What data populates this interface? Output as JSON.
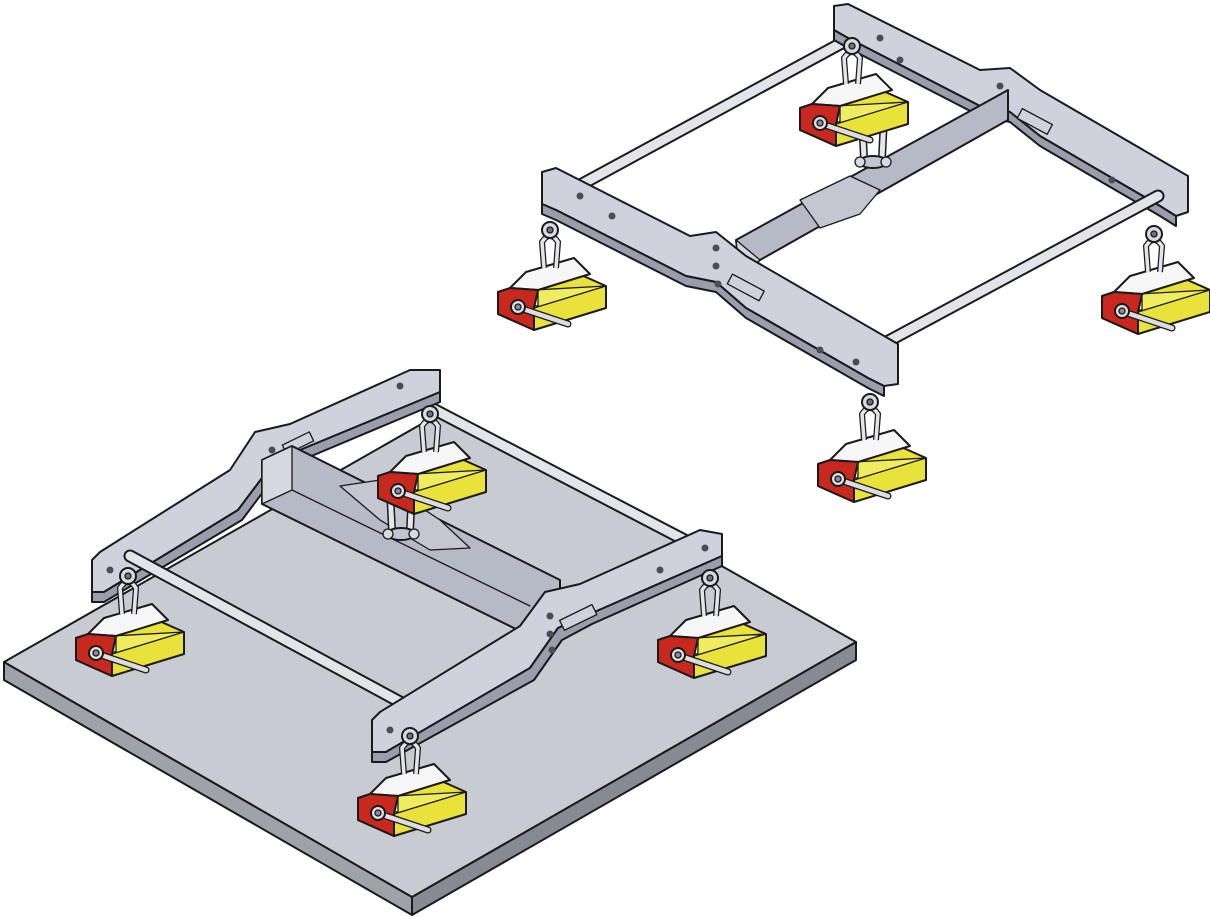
{
  "colors": {
    "background": "#ffffff",
    "steel_light": "#cfd2dc",
    "steel_mid": "#aeb2c0",
    "steel_dark": "#8a8e9c",
    "plate_top": "#c8ccd2",
    "plate_side": "#9ea3aa",
    "magnet_yellow": "#e8e23a",
    "magnet_red": "#c8281e",
    "magnet_white": "#f6f6f6",
    "outline": "#1a1a1a"
  },
  "scene": {
    "views": [
      {
        "name": "lifting-beam-with-magnets-on-plate",
        "parts": [
          "frame",
          "cross-bars",
          "center-beam",
          "shackle",
          "magnet-lifters",
          "steel-plate"
        ],
        "magnet_count": 4
      },
      {
        "name": "lifting-beam-with-magnets-suspended",
        "parts": [
          "frame",
          "cross-bars",
          "center-beam",
          "shackle",
          "magnet-lifters"
        ],
        "magnet_count": 4
      }
    ]
  }
}
